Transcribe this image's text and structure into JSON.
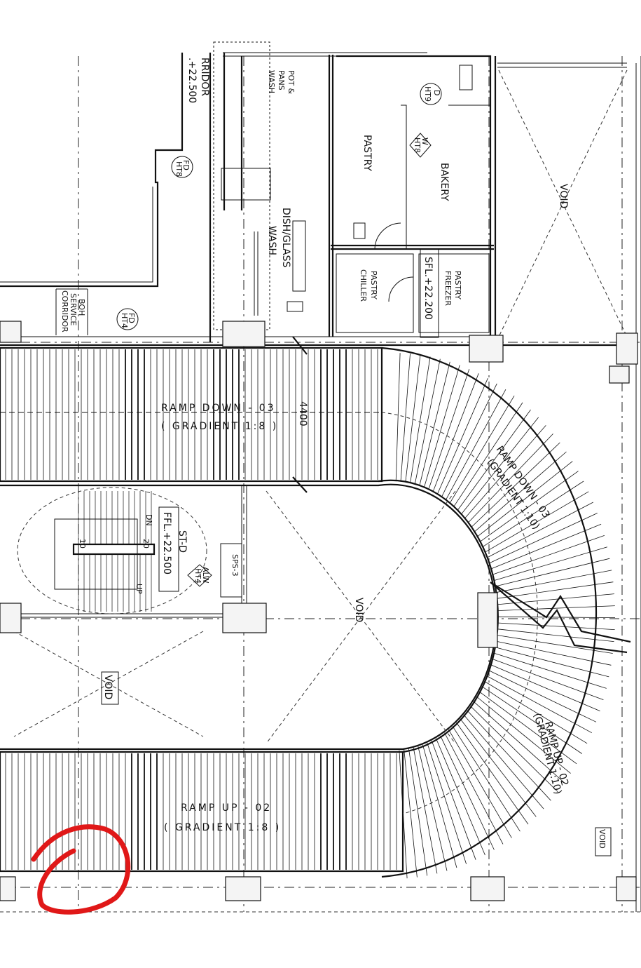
{
  "colors": {
    "line": "#111111",
    "markup": "#e01818",
    "paper": "#ffffff"
  },
  "rooms": {
    "corridor_fragment": "RRIDOR",
    "corridor_level": ".+22.500",
    "pot_pans_wash": [
      "POT &",
      "PANS",
      "WASH"
    ],
    "pastry": "PASTRY",
    "bakery": "BAKERY",
    "void_top": "VOID",
    "dish_glass_wash": [
      "DISH/GLASS",
      "WASH"
    ],
    "pastry_chiller": [
      "PASTRY",
      "CHILLER"
    ],
    "pastry_freezer": [
      "PASTRY",
      "FREEZER"
    ],
    "freezer_level": "SFL.+22.200",
    "boh_service_corridor": [
      "BOH",
      "SERVICE",
      "CORRIDOR"
    ],
    "void_center": "VOID",
    "void_left": "VOID",
    "void_right": "VOID"
  },
  "ramps": {
    "ramp_down_title": "RAMP DOWN - 03",
    "ramp_down_gradient": "( GRADIENT 1:8 )",
    "ramp_down_width": "4400",
    "ramp_down_curve_title": "RAMP DOWN - 03",
    "ramp_down_curve_gradient": "(GRADIENT 1:10)",
    "ramp_up_title": "RAMP UP - 02",
    "ramp_up_gradient": "( GRADIENT 1:8 )",
    "ramp_up_curve_title": "RAMP UP - 02",
    "ramp_up_curve_gradient": "(GRADIENT 1:10)"
  },
  "stair": {
    "name": "ST-D",
    "level": "FFL.+22.500",
    "dn": "DN",
    "up": "UP",
    "tread_a": "10",
    "tread_b": "20"
  },
  "tags": {
    "fd_top": "FD",
    "fd_top_num": "HT8",
    "fd_lower": "FD",
    "fd_lower_num": "HT4",
    "d_tag": "D",
    "d_tag_num": "HT9",
    "w_tag": "W",
    "w_tag_num": "HT8",
    "alw": "ALW",
    "alw_num": "HT4",
    "sps": "SPS-3"
  }
}
